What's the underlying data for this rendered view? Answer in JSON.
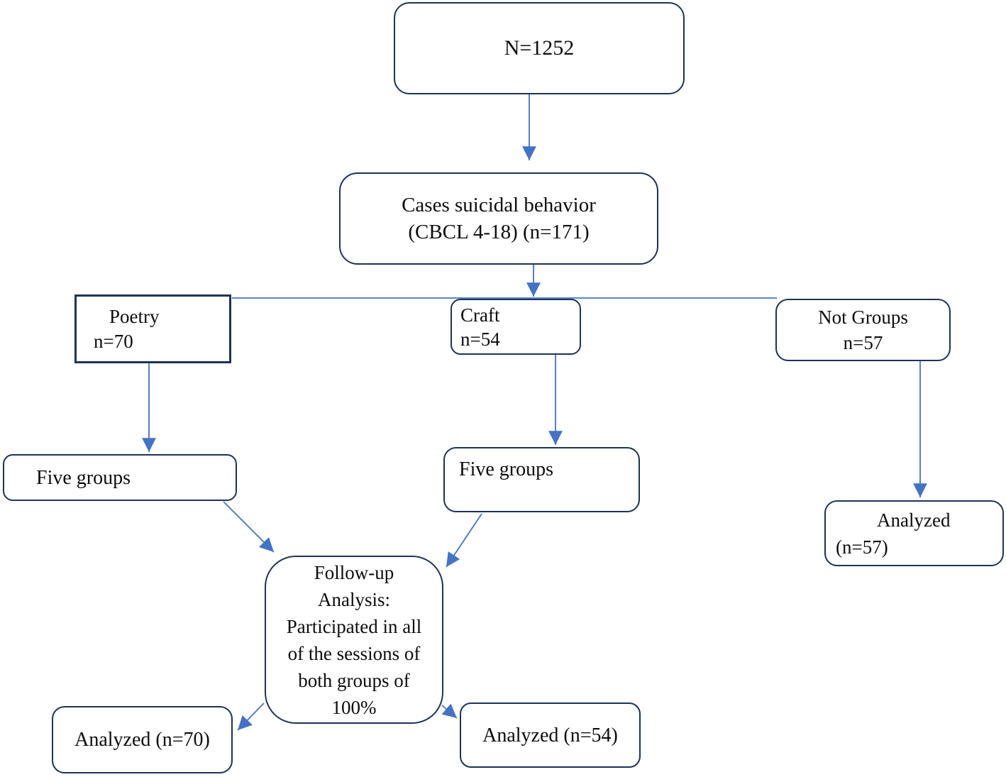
{
  "colors": {
    "box_border": "#1e3357",
    "arrow": "#4472c4",
    "text": "#0d0d0d",
    "background": "#ffffff"
  },
  "nodes": {
    "total": "N=1252",
    "cases": "Cases suicidal behavior\n(CBCL 4-18) (n=171)",
    "poetry": {
      "line1": "Poetry",
      "line2": "n=70"
    },
    "craft": "Craft\nn=54",
    "not_groups": "Not Groups\nn=57",
    "five_groups_poetry": "Five groups",
    "five_groups_craft": "Five groups",
    "follow_up": "Follow-up\nAnalysis:\nParticipated in all\nof the sessions of\nboth groups of\n100%",
    "analyzed_poetry": "Analyzed (n=70)",
    "analyzed_craft": "Analyzed (n=54)",
    "analyzed_not_groups": {
      "line1": "Analyzed",
      "line2": "(n=57)"
    }
  }
}
